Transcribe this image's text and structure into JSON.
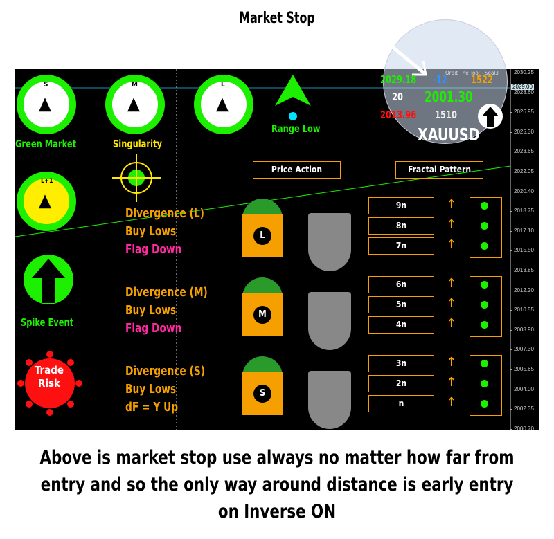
{
  "title": "Market Stop",
  "circles": [
    {
      "letter": "S",
      "label": "Green Market"
    },
    {
      "letter": "M",
      "label": "Singularity"
    },
    {
      "letter": "L",
      "label": "Range Low"
    },
    {
      "letter": "L+1"
    }
  ],
  "spike_label": "Spike Event",
  "trade_risk": [
    "Trade",
    "Risk"
  ],
  "buttons": {
    "price_action": "Price Action",
    "fractal_pattern": "Fractal Pattern"
  },
  "groups": [
    {
      "lines": [
        "Divergence (L)",
        "Buy Lows",
        "Flag Down"
      ],
      "badge": "L",
      "boxes": [
        "9n",
        "8n",
        "7n"
      ]
    },
    {
      "lines": [
        "Divergence (M)",
        "Buy Lows",
        "Flag Down"
      ],
      "badge": "M",
      "boxes": [
        "6n",
        "5n",
        "4n"
      ]
    },
    {
      "lines": [
        "Divergence (S)",
        "Buy Lows",
        "dF = Y Up"
      ],
      "badge": "S",
      "boxes": [
        "3n",
        "2n",
        "n"
      ]
    }
  ],
  "info": {
    "high": "2029.18",
    "diff": "-12",
    "v1": "1522",
    "spread": "20",
    "price": "2001.30",
    "low": "2013.96",
    "v2": "1510",
    "symbol": "XAUUSD",
    "watermark": "Orbit The Tool - Seal3"
  },
  "current_price": "2029.00",
  "price_scale": [
    "2030.25",
    "2028.60",
    "2026.95",
    "2025.30",
    "2023.65",
    "2022.05",
    "2020.40",
    "2018.75",
    "2017.10",
    "2015.50",
    "2013.85",
    "2012.20",
    "2010.55",
    "2008.90",
    "2007.30",
    "2005.65",
    "2004.00",
    "2002.35",
    "2000.70"
  ],
  "caption": "Above is market stop use always no matter how far from entry and so the only way around distance is early entry on Inverse ON",
  "colors": {
    "green": "#1cf000",
    "orange": "#f5a000",
    "pink": "#ff2aa0",
    "red": "#ff1010"
  }
}
